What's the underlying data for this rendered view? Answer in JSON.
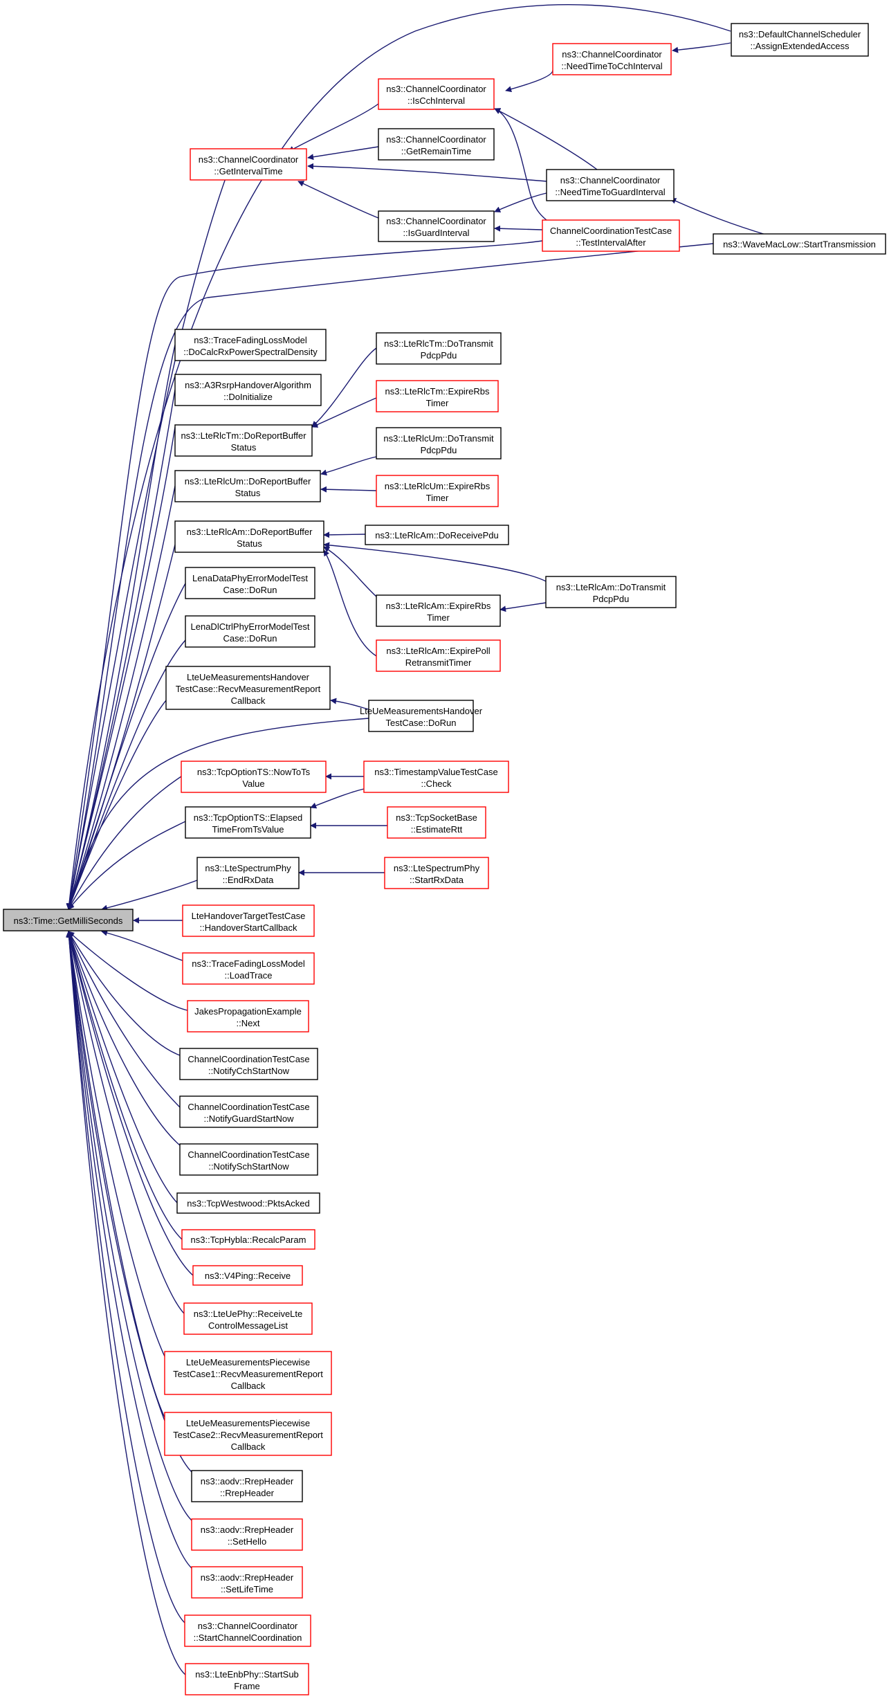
{
  "colors": {
    "edge": "#191970",
    "normal_border": "#000000",
    "linked_border": "#ff0000",
    "root_fill": "#bfbfbf"
  },
  "nodes": [
    {
      "id": "root",
      "lines": [
        "ns3::Time::GetMilliSeconds"
      ],
      "style": "root"
    },
    {
      "id": "dcs",
      "lines": [
        "ns3::DefaultChannelScheduler",
        "::AssignExtendedAccess"
      ],
      "style": "black"
    },
    {
      "id": "ntcch",
      "lines": [
        "ns3::ChannelCoordinator",
        "::NeedTimeToCchInterval"
      ],
      "style": "red"
    },
    {
      "id": "iscch",
      "lines": [
        "ns3::ChannelCoordinator",
        "::IsCchInterval"
      ],
      "style": "red"
    },
    {
      "id": "git",
      "lines": [
        "ns3::ChannelCoordinator",
        "::GetIntervalTime"
      ],
      "style": "red"
    },
    {
      "id": "grt",
      "lines": [
        "ns3::ChannelCoordinator",
        "::GetRemainTime"
      ],
      "style": "black"
    },
    {
      "id": "ntgi",
      "lines": [
        "ns3::ChannelCoordinator",
        "::NeedTimeToGuardInterval"
      ],
      "style": "black"
    },
    {
      "id": "isg",
      "lines": [
        "ns3::ChannelCoordinator",
        "::IsGuardInterval"
      ],
      "style": "black"
    },
    {
      "id": "tia",
      "lines": [
        "ChannelCoordinationTestCase",
        "::TestIntervalAfter"
      ],
      "style": "red"
    },
    {
      "id": "wml",
      "lines": [
        "ns3::WaveMacLow::StartTransmission"
      ],
      "style": "black"
    },
    {
      "id": "tfl1",
      "lines": [
        "ns3::TraceFadingLossModel",
        "::DoCalcRxPowerSpectralDensity"
      ],
      "style": "black"
    },
    {
      "id": "a3",
      "lines": [
        "ns3::A3RsrpHandoverAlgorithm",
        "::DoInitialize"
      ],
      "style": "black"
    },
    {
      "id": "tmrb",
      "lines": [
        "ns3::LteRlcTm::DoReportBuffer",
        "Status"
      ],
      "style": "black"
    },
    {
      "id": "tmdt",
      "lines": [
        "ns3::LteRlcTm::DoTransmit",
        "PdcpPdu"
      ],
      "style": "black"
    },
    {
      "id": "tmex",
      "lines": [
        "ns3::LteRlcTm::ExpireRbs",
        "Timer"
      ],
      "style": "red"
    },
    {
      "id": "umrb",
      "lines": [
        "ns3::LteRlcUm::DoReportBuffer",
        "Status"
      ],
      "style": "black"
    },
    {
      "id": "umdt",
      "lines": [
        "ns3::LteRlcUm::DoTransmit",
        "PdcpPdu"
      ],
      "style": "black"
    },
    {
      "id": "umex",
      "lines": [
        "ns3::LteRlcUm::ExpireRbs",
        "Timer"
      ],
      "style": "red"
    },
    {
      "id": "amrb",
      "lines": [
        "ns3::LteRlcAm::DoReportBuffer",
        "Status"
      ],
      "style": "black"
    },
    {
      "id": "amrp",
      "lines": [
        "ns3::LteRlcAm::DoReceivePdu"
      ],
      "style": "black"
    },
    {
      "id": "amdt",
      "lines": [
        "ns3::LteRlcAm::DoTransmit",
        "PdcpPdu"
      ],
      "style": "black"
    },
    {
      "id": "amex",
      "lines": [
        "ns3::LteRlcAm::ExpireRbs",
        "Timer"
      ],
      "style": "black"
    },
    {
      "id": "amep",
      "lines": [
        "ns3::LteRlcAm::ExpirePoll",
        "RetransmitTimer"
      ],
      "style": "red"
    },
    {
      "id": "lde",
      "lines": [
        "LenaDataPhyErrorModelTest",
        "Case::DoRun"
      ],
      "style": "black"
    },
    {
      "id": "ldc",
      "lines": [
        "LenaDlCtrlPhyErrorModelTest",
        "Case::DoRun"
      ],
      "style": "black"
    },
    {
      "id": "lumh",
      "lines": [
        "LteUeMeasurementsHandover",
        "TestCase::RecvMeasurementReport",
        "Callback"
      ],
      "style": "black"
    },
    {
      "id": "lumhr",
      "lines": [
        "LteUeMeasurementsHandover",
        "TestCase::DoRun"
      ],
      "style": "black"
    },
    {
      "id": "tcpnow",
      "lines": [
        "ns3::TcpOptionTS::NowToTs",
        "Value"
      ],
      "style": "red"
    },
    {
      "id": "tsv",
      "lines": [
        "ns3::TimestampValueTestCase",
        "::Check"
      ],
      "style": "red"
    },
    {
      "id": "tcpel",
      "lines": [
        "ns3::TcpOptionTS::Elapsed",
        "TimeFromTsValue"
      ],
      "style": "black"
    },
    {
      "id": "tsb",
      "lines": [
        "ns3::TcpSocketBase",
        "::EstimateRtt"
      ],
      "style": "red"
    },
    {
      "id": "spend",
      "lines": [
        "ns3::LteSpectrumPhy",
        "::EndRxData"
      ],
      "style": "black"
    },
    {
      "id": "spstart",
      "lines": [
        "ns3::LteSpectrumPhy",
        "::StartRxData"
      ],
      "style": "red"
    },
    {
      "id": "lhtt",
      "lines": [
        "LteHandoverTargetTestCase",
        "::HandoverStartCallback"
      ],
      "style": "red"
    },
    {
      "id": "tfl2",
      "lines": [
        "ns3::TraceFadingLossModel",
        "::LoadTrace"
      ],
      "style": "red"
    },
    {
      "id": "jpe",
      "lines": [
        "JakesPropagationExample",
        "::Next"
      ],
      "style": "red"
    },
    {
      "id": "ccn1",
      "lines": [
        "ChannelCoordinationTestCase",
        "::NotifyCchStartNow"
      ],
      "style": "black"
    },
    {
      "id": "ccn2",
      "lines": [
        "ChannelCoordinationTestCase",
        "::NotifyGuardStartNow"
      ],
      "style": "black"
    },
    {
      "id": "ccn3",
      "lines": [
        "ChannelCoordinationTestCase",
        "::NotifySchStartNow"
      ],
      "style": "black"
    },
    {
      "id": "tw",
      "lines": [
        "ns3::TcpWestwood::PktsAcked"
      ],
      "style": "black"
    },
    {
      "id": "th",
      "lines": [
        "ns3::TcpHybla::RecalcParam"
      ],
      "style": "red"
    },
    {
      "id": "v4",
      "lines": [
        "ns3::V4Ping::Receive"
      ],
      "style": "red"
    },
    {
      "id": "lup",
      "lines": [
        "ns3::LteUePhy::ReceiveLte",
        "ControlMessageList"
      ],
      "style": "red"
    },
    {
      "id": "lump1",
      "lines": [
        "LteUeMeasurementsPiecewise",
        "TestCase1::RecvMeasurementReport",
        "Callback"
      ],
      "style": "red"
    },
    {
      "id": "lump2",
      "lines": [
        "LteUeMeasurementsPiecewise",
        "TestCase2::RecvMeasurementReport",
        "Callback"
      ],
      "style": "red"
    },
    {
      "id": "rrep1",
      "lines": [
        "ns3::aodv::RrepHeader",
        "::RrepHeader"
      ],
      "style": "black"
    },
    {
      "id": "rrep2",
      "lines": [
        "ns3::aodv::RrepHeader",
        "::SetHello"
      ],
      "style": "red"
    },
    {
      "id": "rrep3",
      "lines": [
        "ns3::aodv::RrepHeader",
        "::SetLifeTime"
      ],
      "style": "red"
    },
    {
      "id": "scc",
      "lines": [
        "ns3::ChannelCoordinator",
        "::StartChannelCoordination"
      ],
      "style": "red"
    },
    {
      "id": "enb",
      "lines": [
        "ns3::LteEnbPhy::StartSub",
        "Frame"
      ],
      "style": "red"
    }
  ]
}
